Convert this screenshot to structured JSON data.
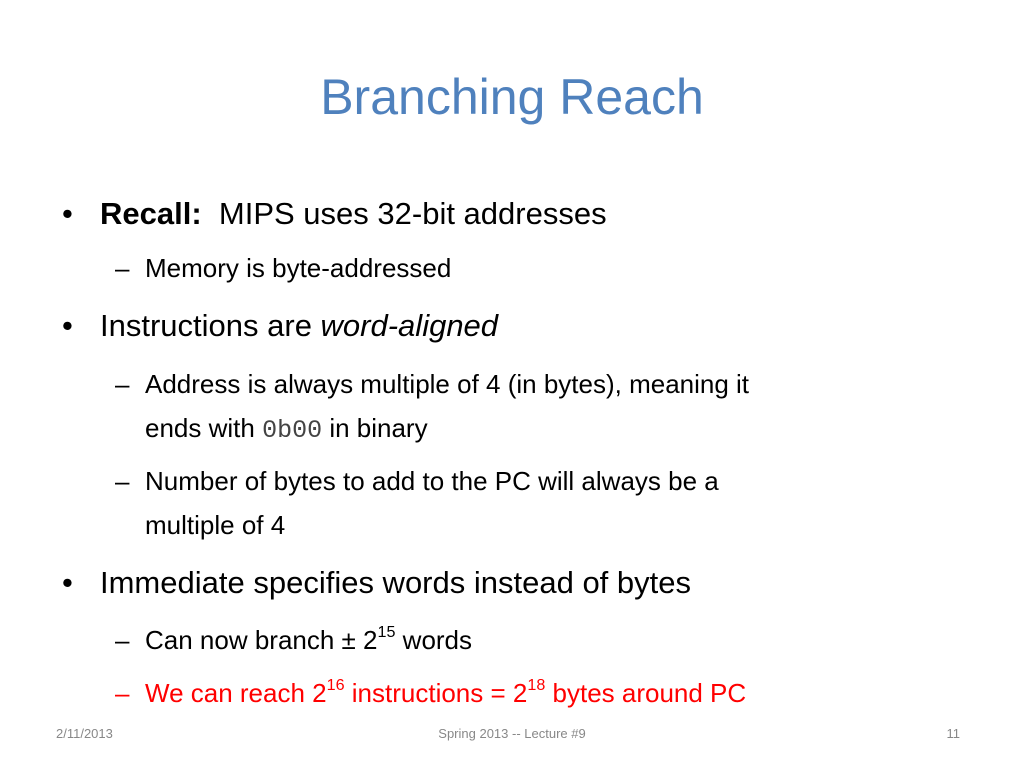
{
  "slide": {
    "title": "Branching Reach",
    "bullet_char": "•",
    "dash_char": "–",
    "accent_color": "#4f81bd",
    "highlight_color": "#ff0000",
    "b1": {
      "bold": "Recall:",
      "text": "MIPS uses 32-bit addresses",
      "sub1": "Memory is byte-addressed"
    },
    "b2": {
      "text": "Instructions are ",
      "italic": "word-aligned",
      "sub1": {
        "line1": "Address is always multiple of 4 (in bytes), meaning it",
        "line2_pre": "ends with ",
        "line2_code": "0b00",
        "line2_post": " in binary"
      },
      "sub2": {
        "line1": "Number of bytes to add to the PC will always be a",
        "line2": "multiple of 4"
      }
    },
    "b3": {
      "text": "Immediate specifies words instead of bytes",
      "sub1": {
        "pre": "Can now branch ± 2",
        "exp": "15",
        "post": " words"
      },
      "sub2": {
        "pre": "We can reach 2",
        "exp1": "16",
        "mid": " instructions = 2",
        "exp2": "18",
        "post": " bytes around PC"
      }
    }
  },
  "footer": {
    "date": "2/11/2013",
    "center": "Spring 2013 -- Lecture #9",
    "page": "11"
  }
}
